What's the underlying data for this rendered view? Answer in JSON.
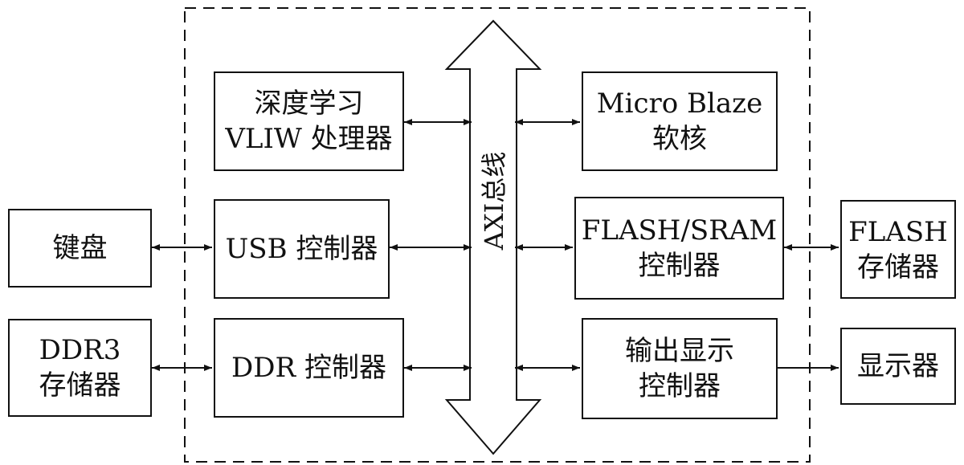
{
  "diagram": {
    "bus": {
      "label": "AXI总线"
    },
    "blocks": {
      "dl_vliw": {
        "line1": "深度学习",
        "line2": "VLIW 处理器"
      },
      "usb_ctrl": {
        "line1": "USB 控制器"
      },
      "ddr_ctrl": {
        "line1": "DDR 控制器"
      },
      "microblaze": {
        "line1": "Micro Blaze",
        "line2": "软核"
      },
      "flash_sram_ctrl": {
        "line1": "FLASH/SRAM",
        "line2": "控制器"
      },
      "display_ctrl": {
        "line1": "输出显示",
        "line2": "控制器"
      },
      "keyboard": {
        "line1": "键盘"
      },
      "ddr3_mem": {
        "line1": "DDR3",
        "line2": "存储器"
      },
      "flash_mem": {
        "line1": "FLASH",
        "line2": "存储器"
      },
      "display": {
        "line1": "显示器"
      }
    },
    "colors": {
      "stroke": "#111111",
      "background": "#ffffff"
    }
  }
}
